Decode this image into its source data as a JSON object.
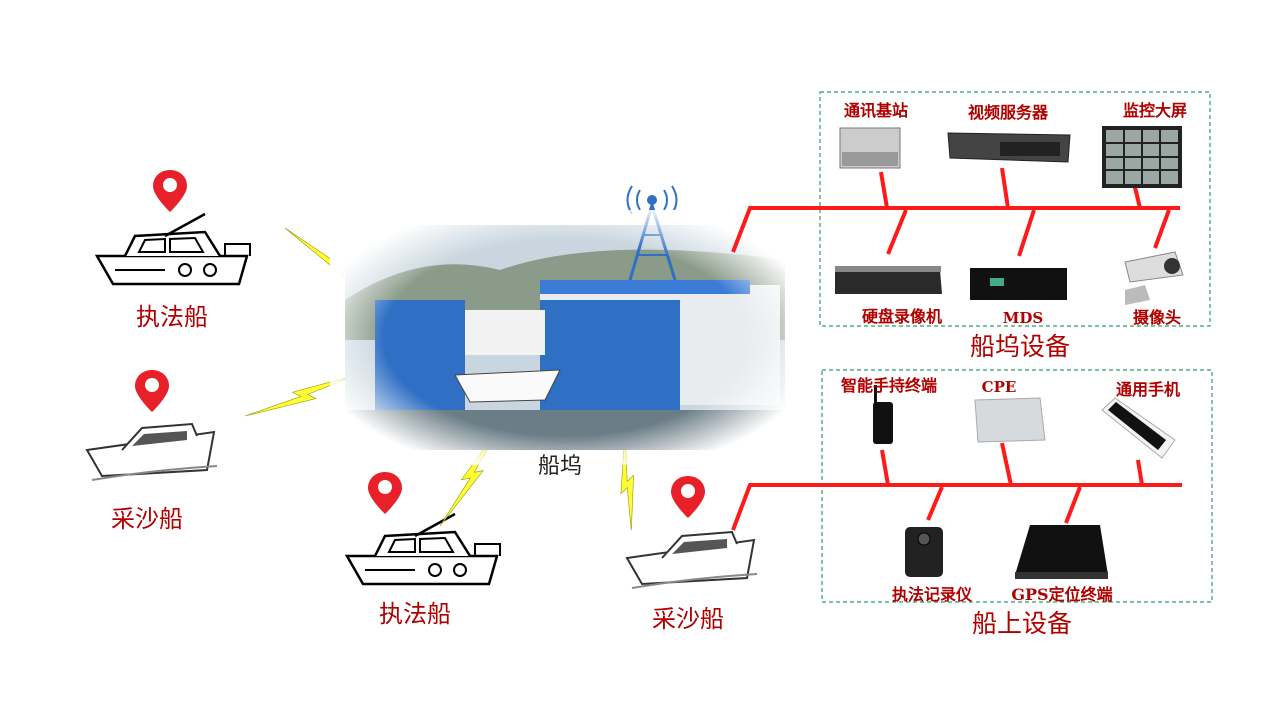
{
  "boats": [
    {
      "label": "执法船",
      "type": "law-enforcement"
    },
    {
      "label": "采沙船",
      "type": "sand-dredger"
    },
    {
      "label": "执法船",
      "type": "law-enforcement"
    },
    {
      "label": "采沙船",
      "type": "sand-dredger"
    }
  ],
  "dock": {
    "label": "船坞"
  },
  "dock_equipment": {
    "title": "船坞设备",
    "items": [
      "通讯基站",
      "视频服务器",
      "监控大屏",
      "硬盘录像机",
      "MDS",
      "摄像头"
    ]
  },
  "ship_equipment": {
    "title": "船上设备",
    "items": [
      "智能手持终端",
      "CPE",
      "通用手机",
      "执法记录仪",
      "GPS定位终端"
    ]
  },
  "colors": {
    "label": "#b00000",
    "bus": "#ff1a1a",
    "box": "#2e9e6a",
    "pin": "#e8202a",
    "bolt": "#ffff33"
  }
}
